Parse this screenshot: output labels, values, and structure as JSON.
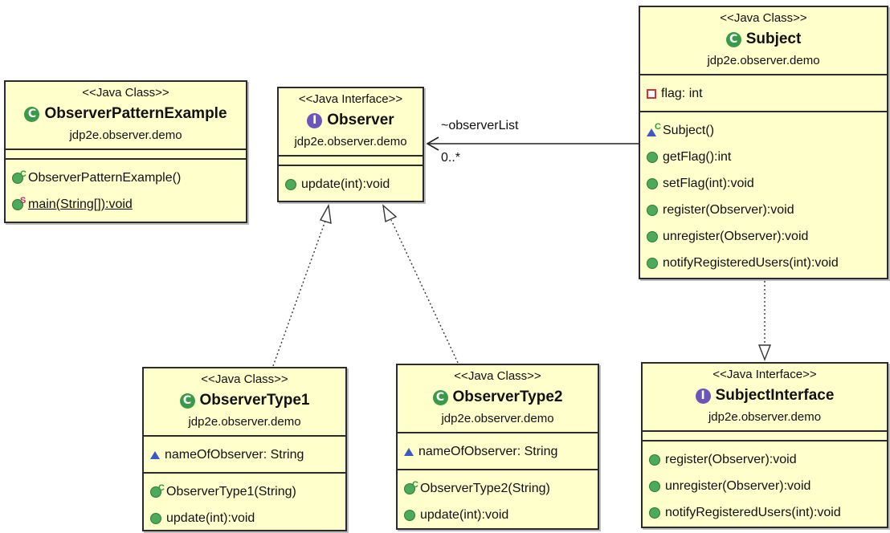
{
  "classes": {
    "example": {
      "stereotype": "<<Java Class>>",
      "name": "ObserverPatternExample",
      "package": "jdp2e.observer.demo",
      "methods": [
        "ObserverPatternExample()",
        "main(String[]):void"
      ]
    },
    "observer": {
      "stereotype": "<<Java Interface>>",
      "name": "Observer",
      "package": "jdp2e.observer.demo",
      "methods": [
        "update(int):void"
      ]
    },
    "subject": {
      "stereotype": "<<Java Class>>",
      "name": "Subject",
      "package": "jdp2e.observer.demo",
      "fields": [
        "flag: int"
      ],
      "methods": [
        "Subject()",
        "getFlag():int",
        "setFlag(int):void",
        "register(Observer):void",
        "unregister(Observer):void",
        "notifyRegisteredUsers(int):void"
      ]
    },
    "type1": {
      "stereotype": "<<Java Class>>",
      "name": "ObserverType1",
      "package": "jdp2e.observer.demo",
      "fields": [
        "nameOfObserver: String"
      ],
      "methods": [
        "ObserverType1(String)",
        "update(int):void"
      ]
    },
    "type2": {
      "stereotype": "<<Java Class>>",
      "name": "ObserverType2",
      "package": "jdp2e.observer.demo",
      "fields": [
        "nameOfObserver: String"
      ],
      "methods": [
        "ObserverType2(String)",
        "update(int):void"
      ]
    },
    "subjectIface": {
      "stereotype": "<<Java Interface>>",
      "name": "SubjectInterface",
      "package": "jdp2e.observer.demo",
      "methods": [
        "register(Observer):void",
        "unregister(Observer):void",
        "notifyRegisteredUsers(int):void"
      ]
    }
  },
  "association": {
    "role": "~observerList",
    "multiplicity": "0..*"
  },
  "colors": {
    "box_fill": "#ffffcc",
    "class_icon": "#3a9a4a",
    "interface_icon": "#6b55b8",
    "private_icon": "#d0303a"
  }
}
